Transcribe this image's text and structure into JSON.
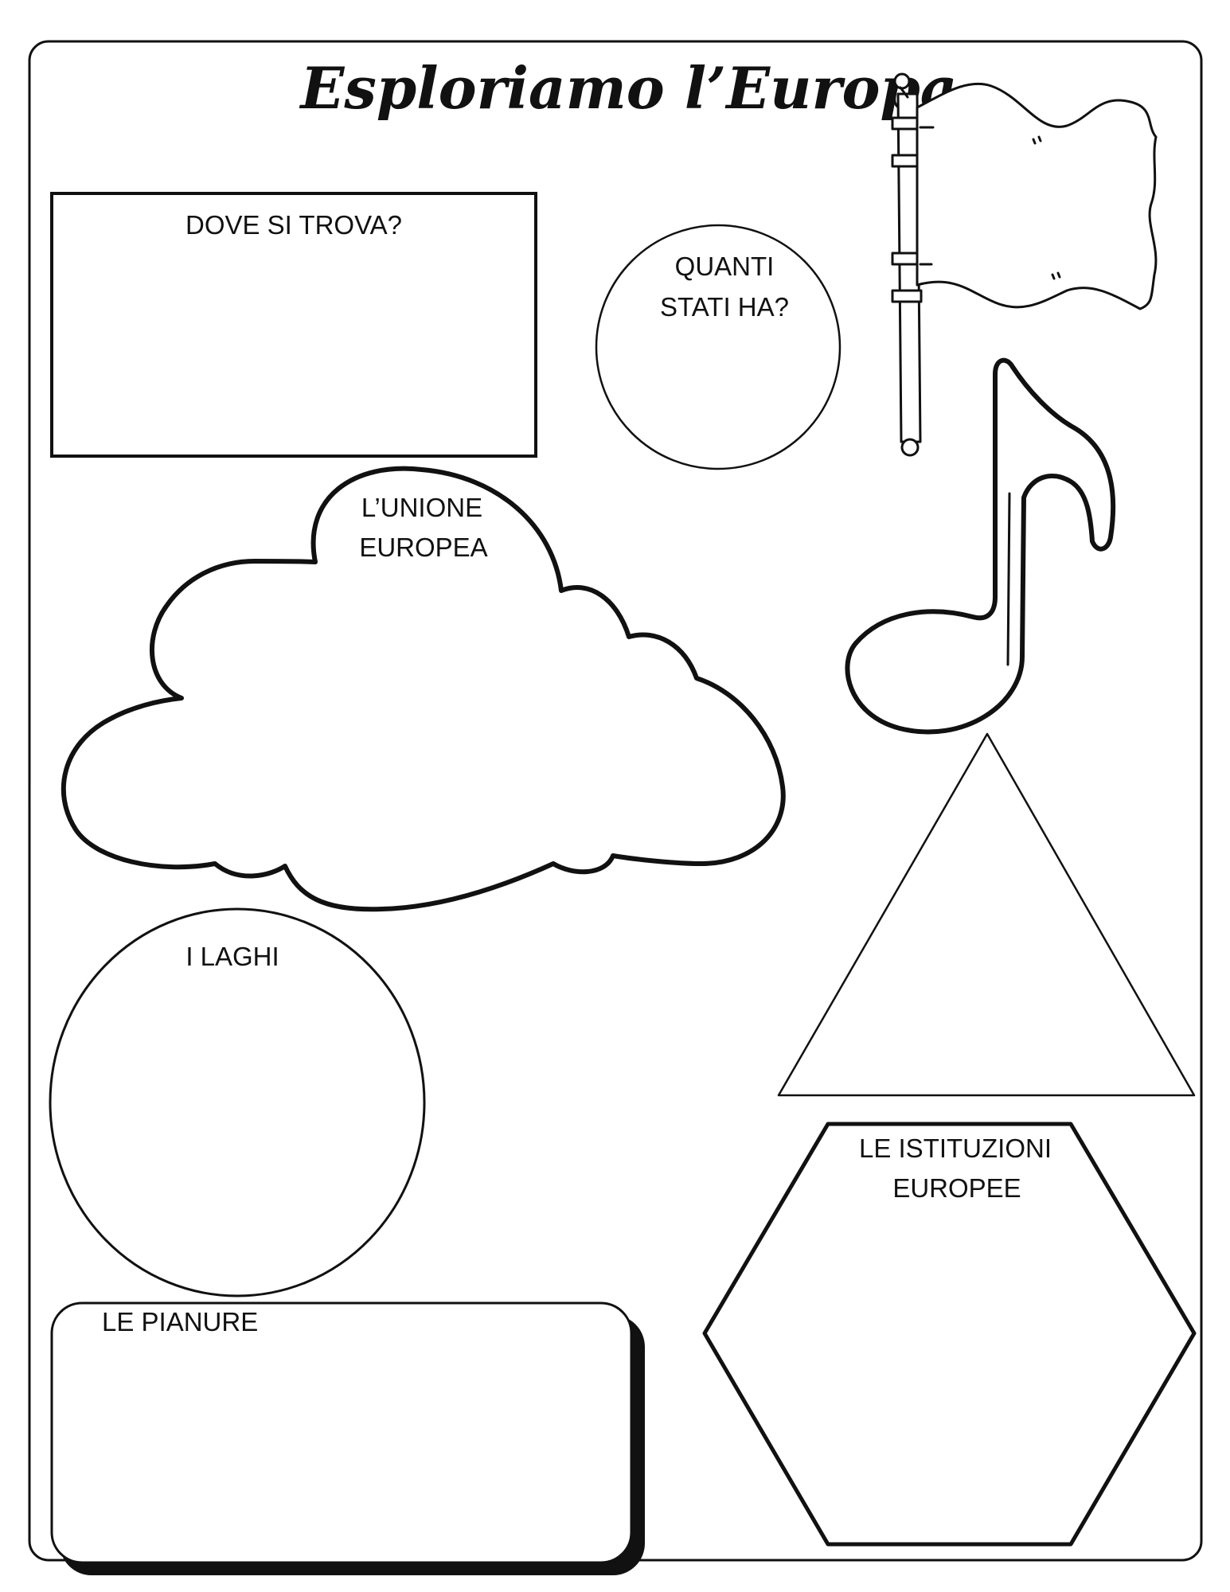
{
  "page": {
    "title": "Esploriamo l’Europa",
    "ink": "#111111",
    "paper": "#ffffff"
  },
  "sections": {
    "location": {
      "label": "DOVE SI TROVA?"
    },
    "states": {
      "line1": "QUANTI",
      "line2": "STATI HA?"
    },
    "eu": {
      "line1": "L’UNIONE",
      "line2": "EUROPEA"
    },
    "lakes": {
      "label": "I LAGHI"
    },
    "institutions": {
      "line1": "LE ISTITUZIONI",
      "line2": "EUROPEE"
    },
    "plains": {
      "label": "LE PIANURE"
    }
  },
  "decorations": {
    "flag": "flag-icon",
    "note": "music-note-icon"
  }
}
